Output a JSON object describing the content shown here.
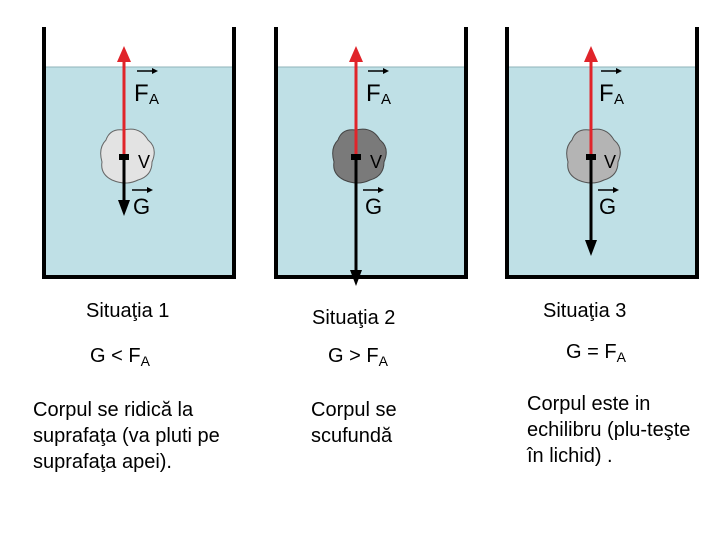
{
  "situations": [
    {
      "force_up_label": "F",
      "force_up_subscript": "A",
      "volume_label": "V",
      "weight_label": "G",
      "title": "Situaţia 1",
      "relation_main": "G < F",
      "relation_sub": "A",
      "description": "Corpul se ridică la suprafaţa (va pluti pe suprafaţa apei).",
      "body_color": "#e3e3e3"
    },
    {
      "force_up_label": "F",
      "force_up_subscript": "A",
      "volume_label": "V",
      "weight_label": "G",
      "title": "Situaţia 2",
      "relation_main": "G > F",
      "relation_sub": "A",
      "description": "Corpul se scufundă",
      "body_color": "#7a7a7a"
    },
    {
      "force_up_label": "F",
      "force_up_subscript": "A",
      "volume_label": "V",
      "weight_label": "G",
      "title": "Situaţia 3",
      "relation_main": "G = F",
      "relation_sub": "A",
      "description": "Corpul este in echilibru (plu-teşte în lichid) .",
      "body_color": "#b4b4b4"
    }
  ],
  "colors": {
    "water": "#bfe0e6",
    "container": "#000000",
    "buoyant_arrow": "#e0242a",
    "weight_arrow": "#000000"
  }
}
